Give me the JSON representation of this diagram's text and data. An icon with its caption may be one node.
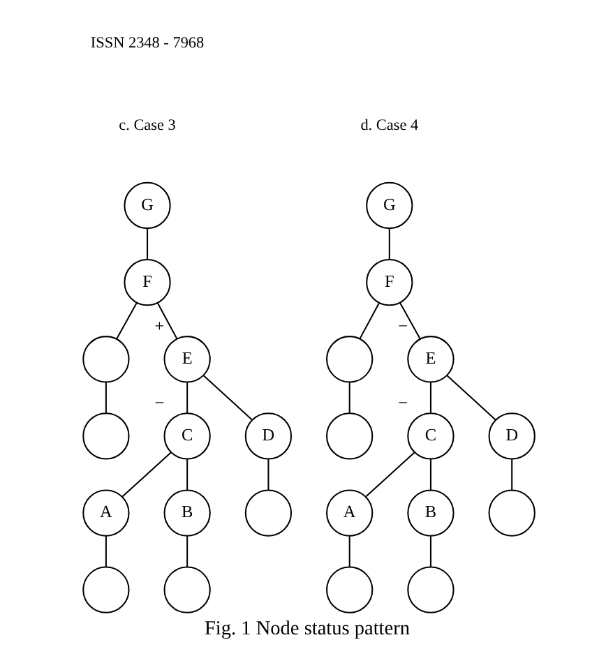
{
  "diagram": {
    "caption": "Fig. 1 Node status pattern",
    "nodes": [
      {
        "text": [
          "G"
        ]
      },
      {
        "text": [
          "F"
        ]
      },
      {
        "text": [],
        "shape": "circle"
      },
      {
        "text": [
          "E"
        ],
        "beside": [
          "+"
        ]
      },
      {
        "text": [],
        "shape": "circle"
      },
      {
        "text": [
          "C"
        ],
        "beside": [
          "−"
        ]
      },
      {
        "text": [
          "D"
        ]
      },
      {
        "text": [
          "A"
        ]
      },
      {
        "text": [
          "B"
        ]
      },
      {
        "text": [],
        "shape": "circle"
      },
      {
        "text": [],
        "shape": "circle"
      },
      {
        "text": [],
        "shape": "circle"
      },
      {
        "text": [
          "G"
        ]
      },
      {
        "text": [
          "F"
        ]
      },
      {
        "text": [],
        "shape": "circle"
      },
      {
        "text": [
          "E"
        ],
        "beside": [
          "−"
        ]
      },
      {
        "text": [],
        "shape": "circle"
      },
      {
        "text": [
          "C"
        ],
        "beside": [
          "−"
        ]
      },
      {
        "text": [
          "D"
        ]
      },
      {
        "text": [
          "A"
        ]
      },
      {
        "text": [
          "B"
        ]
      },
      {
        "text": [],
        "shape": "circle"
      },
      {
        "text": [],
        "shape": "circle"
      },
      {
        "text": [],
        "shape": "circle"
      }
    ],
    "edges": [
      {
        "from": 0,
        "to": 1,
        "arrow": "none"
      },
      {
        "from": 1,
        "to": 2,
        "arrow": "none"
      },
      {
        "from": 1,
        "to": 3,
        "arrow": "none"
      },
      {
        "from": 2,
        "to": 4,
        "arrow": "none"
      },
      {
        "from": 3,
        "to": 5,
        "arrow": "none"
      },
      {
        "from": 3,
        "to": 6,
        "arrow": "none"
      },
      {
        "from": 5,
        "to": 7,
        "arrow": "none"
      },
      {
        "from": 5,
        "to": 8,
        "arrow": "none"
      },
      {
        "from": 6,
        "to": 9,
        "arrow": "none"
      },
      {
        "from": 7,
        "to": 10,
        "arrow": "none"
      },
      {
        "from": 8,
        "to": 11,
        "arrow": "none"
      },
      {
        "from": 12,
        "to": 13,
        "arrow": "none"
      },
      {
        "from": 13,
        "to": 14,
        "arrow": "none"
      },
      {
        "from": 13,
        "to": 15,
        "arrow": "none"
      },
      {
        "from": 14,
        "to": 16,
        "arrow": "none"
      },
      {
        "from": 15,
        "to": 17,
        "arrow": "none"
      },
      {
        "from": 15,
        "to": 18,
        "arrow": "none"
      },
      {
        "from": 17,
        "to": 19,
        "arrow": "none"
      },
      {
        "from": 17,
        "to": 20,
        "arrow": "none"
      },
      {
        "from": 18,
        "to": 21,
        "arrow": "none"
      },
      {
        "from": 19,
        "to": 22,
        "arrow": "none"
      },
      {
        "from": 20,
        "to": 23,
        "arrow": "none"
      }
    ],
    "labels": [
      "ISSN 2348 - 7968",
      "c. Case 3",
      "d. Case 4"
    ]
  }
}
